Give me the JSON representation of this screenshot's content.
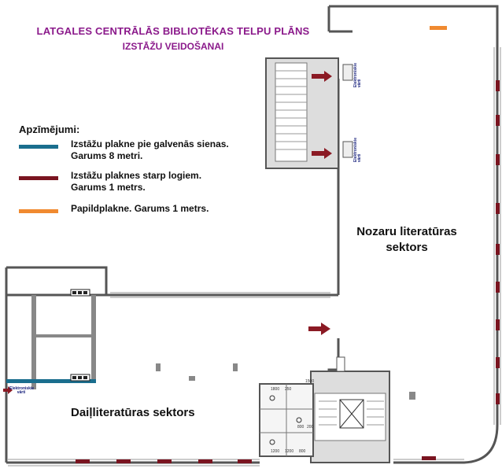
{
  "title": {
    "line1": "LATGALES CENTRĀLĀS BIBLIOTĒKAS TELPU PLĀNS",
    "line2": "IZSTĀŽU VEIDOŠANAI"
  },
  "legend": {
    "heading": "Apzīmējumi:",
    "items": [
      {
        "text": "Izstāžu plakne pie galvenās sienas.\nGarums 8 metri.",
        "color": "#1a6e8e"
      },
      {
        "text": "Izstāžu plaknes starp logiem.\nGarums 1 metrs.",
        "color": "#7a1420"
      },
      {
        "text": "Papildplakne. Garums 1 metrs.",
        "color": "#f08a30"
      }
    ]
  },
  "sectors": {
    "nozaru": "Nozaru literatūras\nsektors",
    "dail": "Daiļliteratūras sektors"
  },
  "gates": {
    "left": "Elektroniskie\nvārti",
    "top1": "Elektroniskie\nvārti",
    "top2": "Elektroniskie\nvārti"
  },
  "dimensions": {
    "d1500": "1500",
    "d1800": "1800",
    "d250": "250",
    "d800a": "800",
    "d200a": "200",
    "d1200a": "1200",
    "d1200b": "1200",
    "d800b": "800"
  },
  "colors": {
    "main_wall_panel": "#1a6e8e",
    "window_panel": "#7a1420",
    "extra_panel": "#f08a30",
    "arrow": "#8b1a24",
    "title": "#8b1a8b"
  }
}
